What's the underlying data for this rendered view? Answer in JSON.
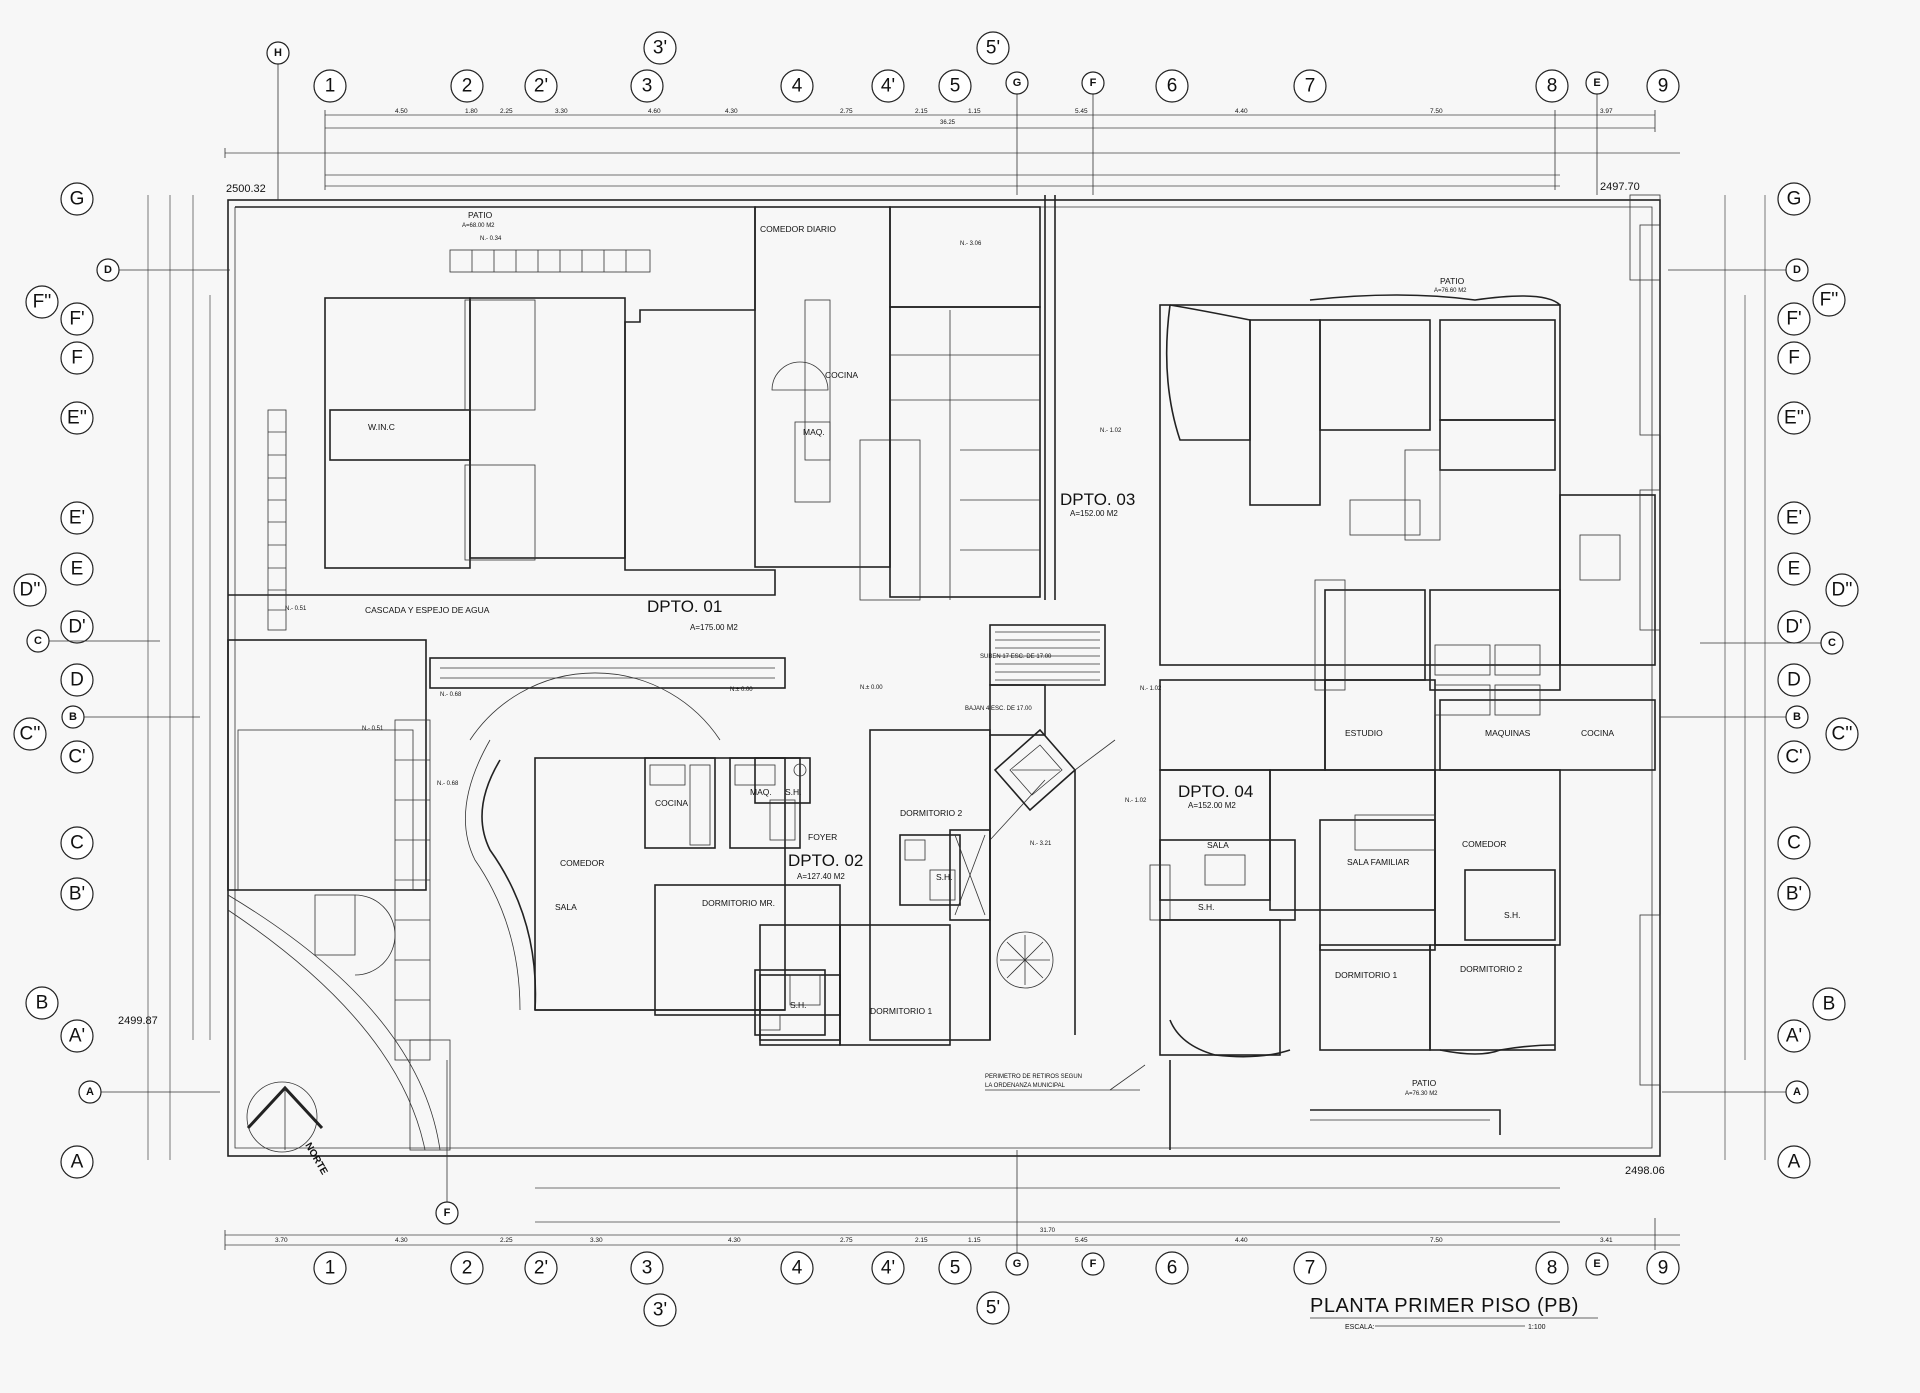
{
  "drawing": {
    "title": "PLANTA PRIMER PISO (PB)",
    "scale_label": "ESCALA:",
    "scale_value": "1:100"
  },
  "elevations": {
    "top_left": "2500.32",
    "top_right": "2497.70",
    "bottom_left": "2499.87",
    "bottom_right": "2498.06"
  },
  "grid_columns_top": [
    "1",
    "2",
    "2'",
    "3",
    "4",
    "4'",
    "5",
    "6",
    "7",
    "8",
    "9"
  ],
  "grid_columns_extra": [
    "3'",
    "5'"
  ],
  "grid_rows": [
    "G",
    "F''",
    "F'",
    "F",
    "E''",
    "E'",
    "E",
    "D''",
    "D'",
    "D",
    "C''",
    "C'",
    "C",
    "B'",
    "B",
    "A'",
    "A"
  ],
  "grid_markers": [
    "H",
    "G",
    "F",
    "E",
    "D",
    "C",
    "B",
    "A"
  ],
  "apartments": [
    {
      "name": "DPTO. 01",
      "area": "A=175.00 M2"
    },
    {
      "name": "DPTO. 02",
      "area": "A=127.40 M2"
    },
    {
      "name": "DPTO. 03",
      "area": "A=152.00 M2"
    },
    {
      "name": "DPTO. 04",
      "area": "A=152.00 M2"
    }
  ],
  "rooms": {
    "patio_1": "PATIO",
    "patio_1_area": "A=68.00 M2",
    "patio_2": "PATIO",
    "patio_2_area": "A=76.60 M2",
    "patio_3": "PATIO",
    "patio_3_area": "A=76.30 M2",
    "comedor_diario": "COMEDOR DIARIO",
    "cocina_1": "COCINA",
    "maq_1": "MAQ.",
    "winc": "W.IN.C",
    "cascada": "CASCADA Y ESPEJO DE AGUA",
    "cocina_2": "COCINA",
    "maq_2": "MAQ.",
    "sh_1": "S.H.",
    "foyer": "FOYER",
    "comedor_1": "COMEDOR",
    "sala_1": "SALA",
    "dormitorio_mr": "DORMITORIO MR.",
    "dormitorio_2a": "DORMITORIO 2",
    "sh_2": "S.H.",
    "sh_3": "S.H.",
    "dormitorio_1a": "DORMITORIO 1",
    "sala_2": "SALA",
    "sh_4": "S.H.",
    "estudio": "ESTUDIO",
    "maquinas": "MAQUINAS",
    "cocina_3": "COCINA",
    "sala_familiar": "SALA FAMILIAR",
    "comedor_2": "COMEDOR",
    "sh_5": "S.H.",
    "dormitorio_1b": "DORMITORIO 1",
    "dormitorio_2b": "DORMITORIO 2"
  },
  "levels": {
    "l1": "N.- 0.34",
    "l2": "N.- 3.06",
    "l3": "N.- 1.02",
    "l4": "N.- 0.51",
    "l5": "N.- 0.51",
    "l6": "N.- 0.68",
    "l7": "N.- 0.68",
    "l8": "N.± 0.00",
    "l9": "N.± 0.00",
    "l10": "N.- 1.02",
    "l11": "N.- 1.02",
    "l12": "N.- 3.21"
  },
  "notes": {
    "stairs_up": "SUBEN 17 ESC. DE 17.00",
    "stairs_down": "BAJAN 4 ESC. DE 17.00",
    "perimeter_1": "PERIMETRO DE RETIROS SEGUN",
    "perimeter_2": "LA ORDENANZA MUNICIPAL",
    "north": "NORTE"
  },
  "dims_top_overall": "36.25",
  "dims_top_row1": [
    "4.50",
    "1.80",
    "2.25",
    "3.30",
    "4.60",
    "4.30",
    "2.75",
    "2.15",
    "1.15",
    "5.45",
    "4.40",
    "7.50",
    "3.97"
  ],
  "dims_bottom_overall": "31.70",
  "dims_bottom_row1": [
    "3.70",
    "4.30",
    "2.25",
    "3.30",
    "4.30",
    "2.75",
    "2.15",
    "1.15",
    "5.45",
    "4.40",
    "7.50",
    "3.41"
  ]
}
